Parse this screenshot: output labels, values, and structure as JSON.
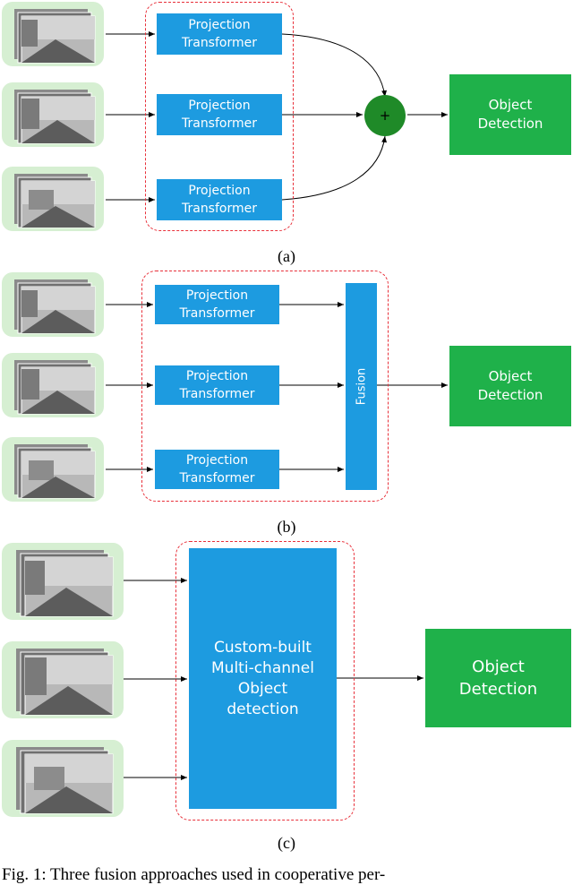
{
  "panel_a": {
    "transformers": [
      "Projection\nTransformer",
      "Projection\nTransformer",
      "Projection\nTransformer"
    ],
    "sum_symbol": "+",
    "output": "Object\nDetection",
    "label": "(a)"
  },
  "panel_b": {
    "transformers": [
      "Projection\nTransformer",
      "Projection\nTransformer",
      "Projection\nTransformer"
    ],
    "fusion": "Fusion",
    "output": "Object\nDetection",
    "label": "(b)"
  },
  "panel_c": {
    "detector": "Custom-built\nMulti-channel\nObject\ndetection",
    "output": "Object\nDetection",
    "label": "(c)"
  },
  "caption": "Fig. 1: Three fusion approaches used in cooperative per-"
}
